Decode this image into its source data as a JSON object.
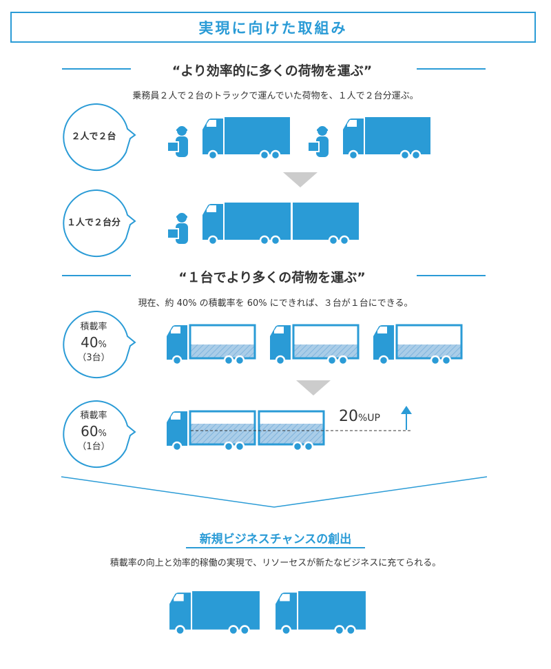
{
  "title": "実現に向けた取組み",
  "section1": {
    "heading": "“より効率的に多くの荷物を運ぶ”",
    "caption": "乗務員２人で２台のトラックで運んでいた荷物を、１人で２台分運ぶ。",
    "before_label": "２人で２台",
    "after_label": "１人で２台分"
  },
  "section2": {
    "heading": "“１台でより多くの荷物を運ぶ”",
    "caption": "現在、約 40% の積載率を 60% にできれば、３台が１台にできる。",
    "before": {
      "line1": "積載率",
      "value": "40",
      "unit": "%",
      "line3": "（3台）"
    },
    "after": {
      "line1": "積載率",
      "value": "60",
      "unit": "%",
      "line3": "（1台）"
    },
    "increase": {
      "value": "20",
      "unit": "%UP"
    }
  },
  "result": {
    "heading": "新規ビジネスチャンスの創出",
    "caption": "積載率の向上と効率的稼働の実現で、リソーセスが新たなビジネスに充てられる。"
  },
  "colors": {
    "accent": "#2a9bd6",
    "fill_light": "#aacde8",
    "arrow_gray": "#cccccc",
    "bubble_border": "#2a9bd6"
  },
  "icons": [
    "driver-icon",
    "truck-icon",
    "down-arrow-icon",
    "up-arrow-icon",
    "speech-bubble"
  ]
}
